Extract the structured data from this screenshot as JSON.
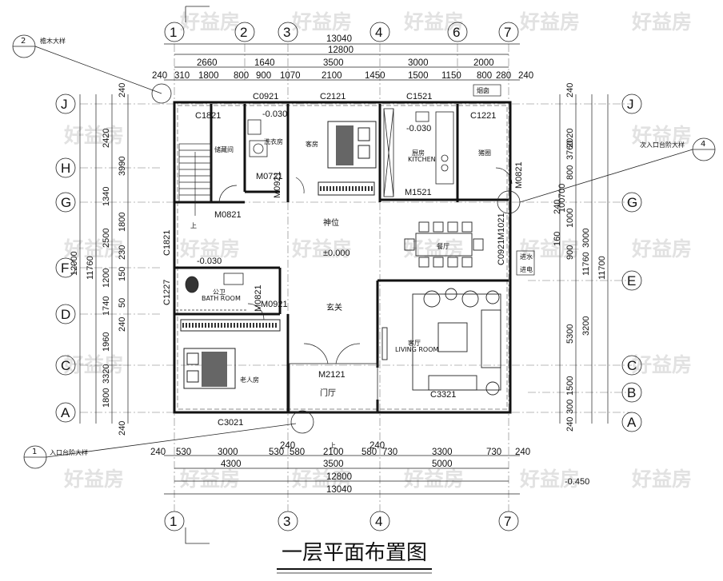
{
  "title": "一层平面布置图",
  "watermark": "好益房",
  "axis_labels": {
    "top": [
      "1",
      "2",
      "3",
      "4",
      "6",
      "7"
    ],
    "bottom": [
      "1",
      "3",
      "4",
      "7"
    ],
    "left": [
      "J",
      "H",
      "G",
      "F",
      "D",
      "C",
      "A"
    ],
    "right": [
      "J",
      "G",
      "E",
      "C",
      "B",
      "A"
    ]
  },
  "dims_top": {
    "total_outer": "13040",
    "total_axis": "12800",
    "segments": [
      "2660",
      "1640",
      "3500",
      "3000",
      "2000"
    ],
    "details": [
      "240",
      "310",
      "1800",
      "800",
      "900",
      "1070",
      "2100",
      "1450",
      "1500",
      "1150",
      "800",
      "280",
      "240"
    ]
  },
  "dims_bottom": {
    "details": [
      "240",
      "530",
      "3000",
      "530",
      "580",
      "2100",
      "580",
      "730",
      "3300",
      "730",
      "240"
    ],
    "top_marks": [
      "240",
      "240"
    ],
    "segments": [
      "4300",
      "3500",
      "5000"
    ],
    "total_axis": "12800",
    "total_outer": "13040"
  },
  "dims_left": {
    "total_outer": "12000",
    "total_axis": "11760",
    "segments": [
      "2420",
      "3990",
      "1340",
      "2500",
      "1200",
      "1740",
      "1960",
      "3320",
      "1800"
    ],
    "details": [
      "240",
      "1800",
      "230",
      "150",
      "50",
      "240",
      "240"
    ]
  },
  "dims_right": {
    "total_outer": "11700",
    "total_axis": "11760",
    "segments": [
      "3760",
      "3000",
      "3200"
    ],
    "mid": [
      "2020",
      "800",
      "1000",
      "900",
      "160",
      "700",
      "100",
      "240",
      "5300",
      "1500",
      "300"
    ],
    "details": [
      "240",
      "240"
    ]
  },
  "rooms": {
    "storage": "储藏间",
    "laundry": "洗衣房",
    "guest_room": "客房",
    "kitchen_cn": "厨房",
    "kitchen_en": "KITCHEN",
    "yard": "猪圈",
    "shrine": "神位",
    "dining": "餐厅",
    "bath_cn": "公卫",
    "bath_en": "BATH ROOM",
    "foyer": "玄关",
    "living_cn": "客厅",
    "living_en": "LIVING ROOM",
    "elder_room": "老人房",
    "entry_hall": "门厅",
    "water": "进水",
    "elec": "进电",
    "chimney": "烟囱",
    "up1": "上",
    "up2": "上"
  },
  "openings": [
    "C1821",
    "C0921",
    "C2121",
    "C1521",
    "C1221",
    "M0721",
    "M0921",
    "M0821",
    "M1521",
    "C1821",
    "M1021",
    "C0921",
    "C1227",
    "M0821",
    "M0921",
    "M2121",
    "C3321",
    "C3021",
    "M0821"
  ],
  "levels": [
    "-0.030",
    "-0.030",
    "±0.000",
    "-0.030",
    "-0.450"
  ],
  "callouts": {
    "eave": {
      "label": "檐木大样",
      "num": "2"
    },
    "side_entry": {
      "label": "次入口台阶大样",
      "num": "4"
    },
    "main_entry": {
      "label": "入口台阶大样",
      "num": "1"
    }
  }
}
